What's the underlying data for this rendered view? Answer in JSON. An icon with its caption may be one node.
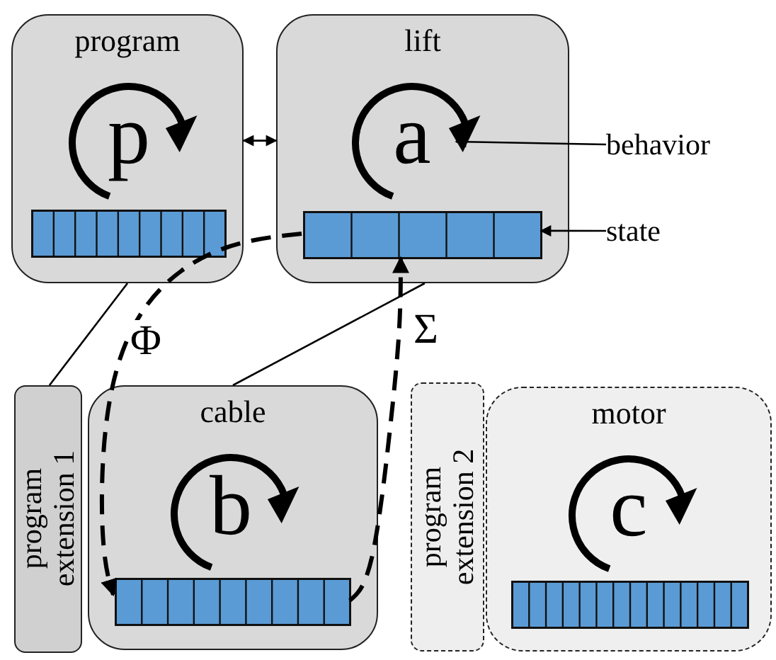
{
  "diagram": {
    "nodes": [
      {
        "text": [
          "program",
          "p"
        ]
      },
      {
        "text": [],
        "shape": "bar",
        "in": 0
      },
      {
        "text": [
          "lift",
          "a"
        ]
      },
      {
        "text": [],
        "shape": "bar",
        "in": 2
      },
      {
        "text": [
          "behavior"
        ]
      },
      {
        "text": [
          "state"
        ]
      },
      {
        "text": [
          "program extension 1"
        ]
      },
      {
        "text": [
          "cable",
          "b"
        ]
      },
      {
        "text": [],
        "shape": "bar",
        "in": 7
      },
      {
        "text": [
          "program extension 2"
        ]
      },
      {
        "text": [
          "motor",
          "c"
        ]
      },
      {
        "text": [],
        "shape": "bar",
        "in": 10
      }
    ],
    "edges": [
      {
        "from": 0,
        "to": 2,
        "arrow": "both"
      },
      {
        "from": 0,
        "to": 6,
        "arrow": "none"
      },
      {
        "from": 2,
        "to": 7,
        "arrow": "none"
      },
      {
        "from": 3,
        "to": 8,
        "arrow": "to",
        "label": "Φ",
        "style": "dashed"
      },
      {
        "from": 8,
        "to": 3,
        "arrow": "to",
        "label": "Σ",
        "style": "dashed"
      },
      {
        "from": 4,
        "to": null,
        "arrow": "to"
      },
      {
        "from": 5,
        "to": 3,
        "arrow": "to"
      }
    ]
  }
}
